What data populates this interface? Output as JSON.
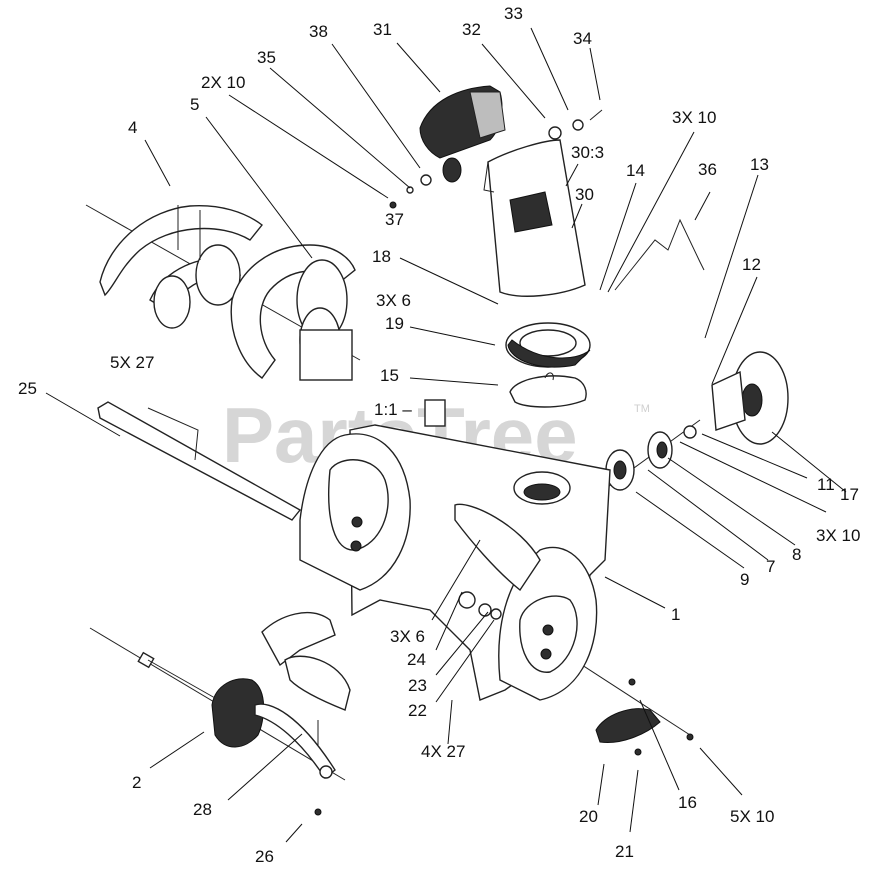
{
  "watermark": {
    "text": "PartsTree",
    "trademark": "TM"
  },
  "callouts": [
    {
      "id": "c31",
      "text": "31"
    },
    {
      "id": "c32",
      "text": "32"
    },
    {
      "id": "c33",
      "text": "33"
    },
    {
      "id": "c34",
      "text": "34"
    },
    {
      "id": "c38",
      "text": "38"
    },
    {
      "id": "c35",
      "text": "35"
    },
    {
      "id": "c2x10",
      "text": "2X 10"
    },
    {
      "id": "c5",
      "text": "5"
    },
    {
      "id": "c4",
      "text": "4"
    },
    {
      "id": "c3x10a",
      "text": "3X 10"
    },
    {
      "id": "c30_3",
      "text": "30:3"
    },
    {
      "id": "c14",
      "text": "14"
    },
    {
      "id": "c36",
      "text": "36"
    },
    {
      "id": "c13",
      "text": "13"
    },
    {
      "id": "c30",
      "text": "30"
    },
    {
      "id": "c37",
      "text": "37"
    },
    {
      "id": "c18",
      "text": "18"
    },
    {
      "id": "c12",
      "text": "12"
    },
    {
      "id": "c3x6a",
      "text": "3X 6"
    },
    {
      "id": "c19",
      "text": "19"
    },
    {
      "id": "c5x27",
      "text": "5X 27"
    },
    {
      "id": "c15",
      "text": "15"
    },
    {
      "id": "c25",
      "text": "25"
    },
    {
      "id": "c1to1",
      "text": "1:1 –"
    },
    {
      "id": "c17",
      "text": "17"
    },
    {
      "id": "c11",
      "text": "11"
    },
    {
      "id": "c3x10b",
      "text": "3X 10"
    },
    {
      "id": "c8",
      "text": "8"
    },
    {
      "id": "c7",
      "text": "7"
    },
    {
      "id": "c9",
      "text": "9"
    },
    {
      "id": "c1",
      "text": "1"
    },
    {
      "id": "c3x6b",
      "text": "3X 6"
    },
    {
      "id": "c24",
      "text": "24"
    },
    {
      "id": "c23",
      "text": "23"
    },
    {
      "id": "c22",
      "text": "22"
    },
    {
      "id": "c4x27",
      "text": "4X 27"
    },
    {
      "id": "c2",
      "text": "2"
    },
    {
      "id": "c28",
      "text": "28"
    },
    {
      "id": "c16",
      "text": "16"
    },
    {
      "id": "c5x10",
      "text": "5X 10"
    },
    {
      "id": "c20",
      "text": "20"
    },
    {
      "id": "c21",
      "text": "21"
    },
    {
      "id": "c26",
      "text": "26"
    }
  ]
}
